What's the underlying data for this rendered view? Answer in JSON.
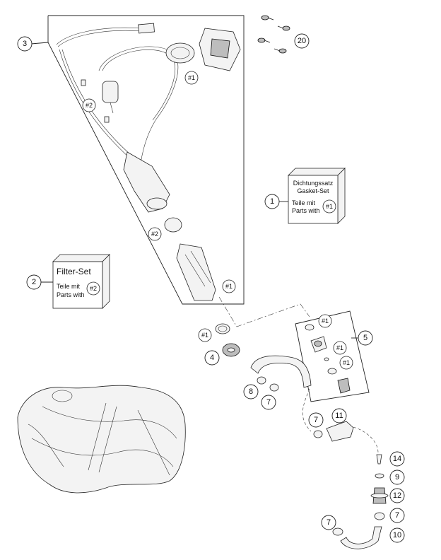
{
  "callouts": {
    "c1": "1",
    "c2": "2",
    "c3": "3",
    "c4": "4",
    "c5": "5",
    "c7a": "7",
    "c7b": "7",
    "c7c": "7",
    "c7d": "7",
    "c8": "8",
    "c9": "9",
    "c10": "10",
    "c11": "11",
    "c12": "12",
    "c14": "14",
    "c20": "20"
  },
  "refs": {
    "r1_pump_top": "#1",
    "r2_filter_small": "#2",
    "r2_filter_ring": "#2",
    "r1_pump_bottom": "#1",
    "r1_oring": "#1",
    "r1_group5_a": "#1",
    "r1_group5_b": "#1",
    "r1_group5_c": "#1"
  },
  "gasket_box": {
    "line1": "Dichtungssatz",
    "line2": "Gasket-Set",
    "line3": "Teile mit",
    "line4": "Parts with",
    "ref": "#1"
  },
  "filter_box": {
    "title": "Filter-Set",
    "line1": "Teile mit",
    "line2": "Parts with",
    "ref": "#2"
  }
}
